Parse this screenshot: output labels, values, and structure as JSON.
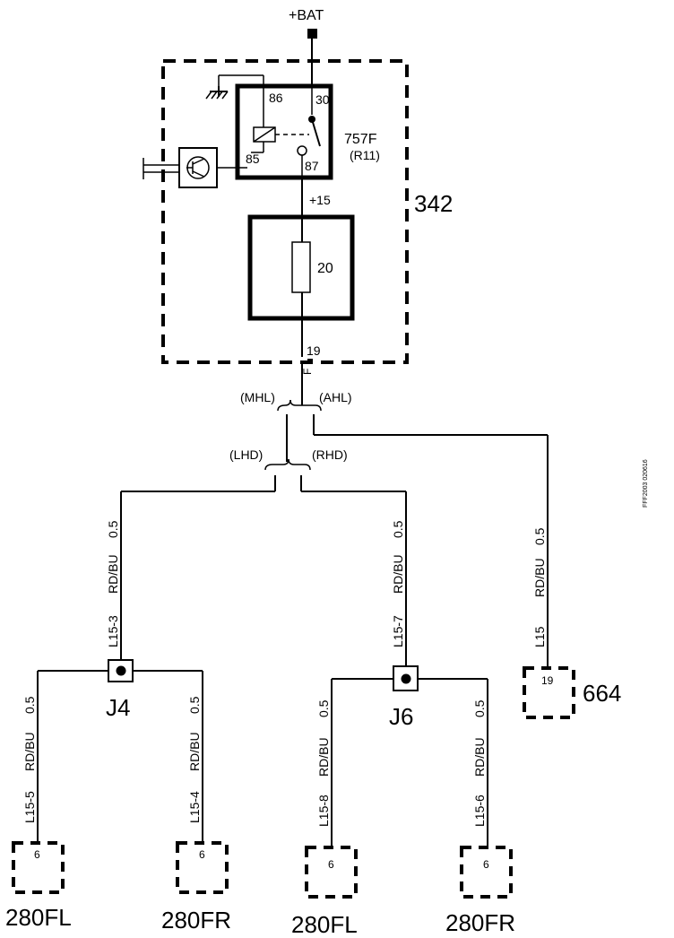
{
  "supply": {
    "label": "+BAT"
  },
  "control_unit": {
    "id": "342"
  },
  "relay": {
    "id": "757F",
    "ref": "(R11)",
    "pins": {
      "p86": "86",
      "p30": "30",
      "p85": "85",
      "p87": "87"
    },
    "output": "+15"
  },
  "fuse": {
    "id": "20",
    "output_pin": "19",
    "pin_letter": "F"
  },
  "variants": {
    "manual": "(MHL)",
    "auto": "(AHL)",
    "lhd": "(LHD)",
    "rhd": "(RHD)"
  },
  "wires": [
    {
      "id": "L15-3",
      "color": "RD/BU",
      "size": "0.5"
    },
    {
      "id": "L15-7",
      "color": "RD/BU",
      "size": "0.5"
    },
    {
      "id": "L15",
      "color": "RD/BU",
      "size": "0.5"
    },
    {
      "id": "L15-5",
      "color": "RD/BU",
      "size": "0.5"
    },
    {
      "id": "L15-4",
      "color": "RD/BU",
      "size": "0.5"
    },
    {
      "id": "L15-8",
      "color": "RD/BU",
      "size": "0.5"
    },
    {
      "id": "L15-6",
      "color": "RD/BU",
      "size": "0.5"
    }
  ],
  "junctions": [
    {
      "id": "J4"
    },
    {
      "id": "J6"
    }
  ],
  "components": [
    {
      "id": "664",
      "pin": "19"
    },
    {
      "id": "280FL",
      "pin": "6"
    },
    {
      "id": "280FR",
      "pin": "6"
    },
    {
      "id": "280FL",
      "pin": "6"
    },
    {
      "id": "280FR",
      "pin": "6"
    }
  ],
  "side_code": "FFF2003 020616"
}
